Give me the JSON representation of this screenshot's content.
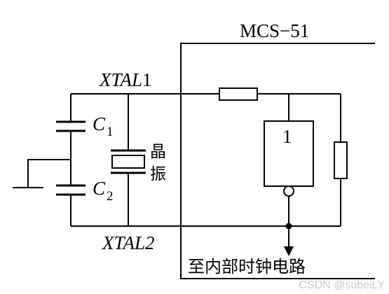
{
  "chip": {
    "label": "MCS−51"
  },
  "pins": {
    "xtal1": {
      "italic": "XTAL",
      "num": "1"
    },
    "xtal2": {
      "italic": "XTAL",
      "num": "2"
    }
  },
  "capacitors": {
    "c1": {
      "letter": "C",
      "sub": "1"
    },
    "c2": {
      "letter": "C",
      "sub": "2"
    }
  },
  "crystal": {
    "label_line1": "晶",
    "label_line2": "振"
  },
  "inverter": {
    "label": "1"
  },
  "output": {
    "label": "至内部时钟电路"
  },
  "watermark": {
    "text": "CSDN @subeiLY"
  }
}
